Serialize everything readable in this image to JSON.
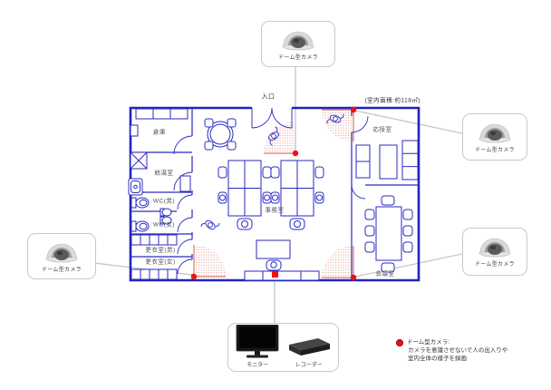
{
  "diagram": {
    "entrance": "入口",
    "area_note": "(室内面積:約118㎡)",
    "rooms": {
      "storage": "倉庫",
      "kitchenette": "給湯室",
      "wc_men": "WC(男)",
      "wc_women": "WC(女)",
      "locker_men": "更衣室(男)",
      "locker_women": "更衣室(女)",
      "office": "事務室",
      "reception_room": "応接室",
      "meeting_room": "会議室"
    }
  },
  "camera": {
    "label": "ドーム型カメラ"
  },
  "equipment": {
    "monitor": "モニター",
    "recorder": "レコーダー"
  },
  "legend": {
    "title": "ドーム型カメラ:",
    "line1": "カメラを意識させないで人の出入りや",
    "line2": "室内全体の様子を録画"
  },
  "colors": {
    "wall_blue": "#2323bd",
    "camera_red": "#ee1111",
    "coverage_pink": "#e2907f",
    "connector_gray": "#c9c9c9"
  }
}
